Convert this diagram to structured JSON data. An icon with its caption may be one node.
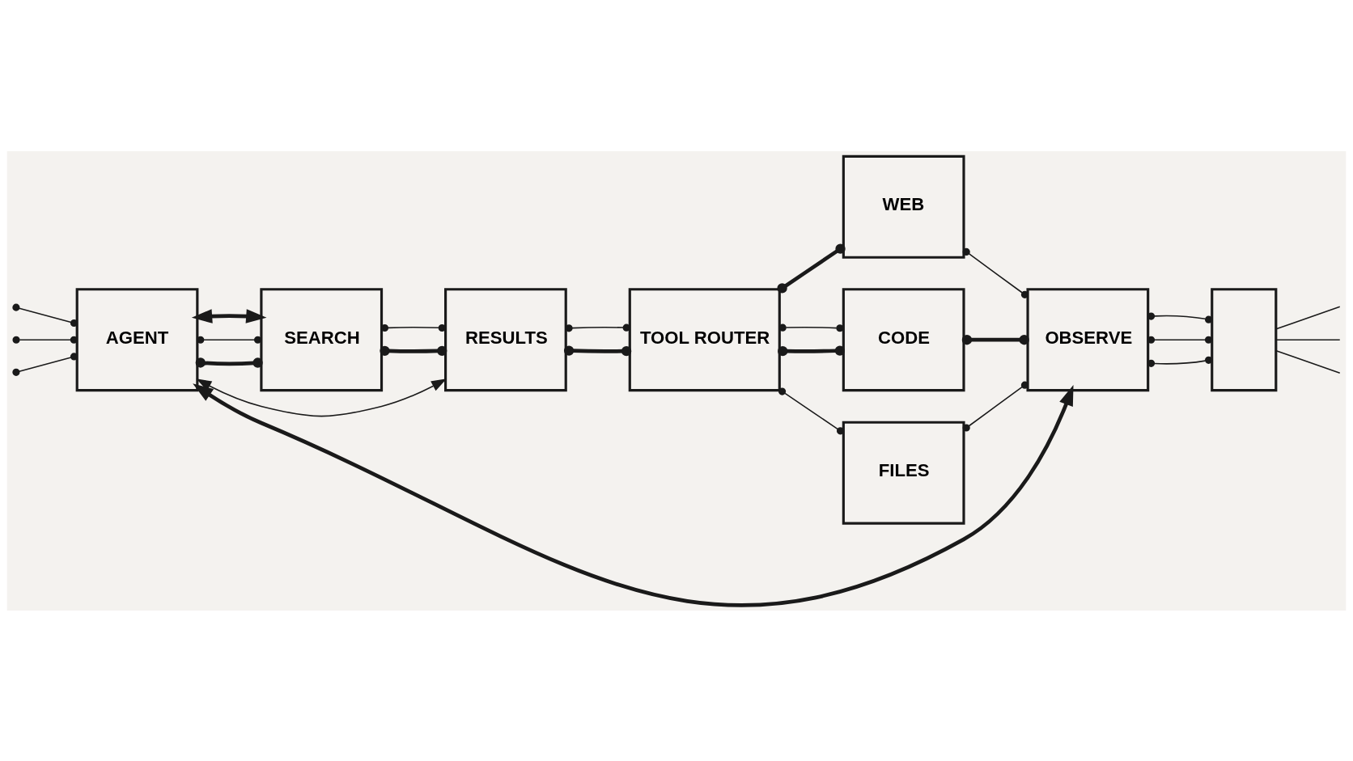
{
  "diagram": {
    "nodes": [
      {
        "text": [
          "AGENT"
        ]
      },
      {
        "text": [
          "SEARCH"
        ]
      },
      {
        "text": [
          "RESULTS"
        ]
      },
      {
        "text": [
          "TOOL ROUTER"
        ]
      },
      {
        "text": [
          "WEB"
        ]
      },
      {
        "text": [
          "CODE"
        ]
      },
      {
        "text": [
          "FILES"
        ]
      },
      {
        "text": [
          "OBSERVE"
        ]
      },
      {
        "text": [],
        "shape": "box"
      }
    ],
    "edges": [
      {
        "from": null,
        "to": 0,
        "arrow": "other"
      },
      {
        "from": null,
        "to": 0,
        "arrow": "other"
      },
      {
        "from": null,
        "to": 0,
        "arrow": "other"
      },
      {
        "from": 0,
        "to": 1,
        "arrow": "other",
        "style": "thick"
      },
      {
        "from": 0,
        "to": 1,
        "arrow": "other"
      },
      {
        "from": 1,
        "to": 2,
        "arrow": "other",
        "style": "thick"
      },
      {
        "from": 1,
        "to": 2,
        "arrow": "other"
      },
      {
        "from": 2,
        "to": 3,
        "arrow": "other",
        "style": "thick"
      },
      {
        "from": 2,
        "to": 3,
        "arrow": "other"
      },
      {
        "from": 3,
        "to": 4,
        "arrow": "other",
        "style": "thick"
      },
      {
        "from": 3,
        "to": 5,
        "arrow": "other",
        "style": "thick"
      },
      {
        "from": 3,
        "to": 5,
        "arrow": "other"
      },
      {
        "from": 3,
        "to": 6,
        "arrow": "other"
      },
      {
        "from": 4,
        "to": 7,
        "arrow": "other"
      },
      {
        "from": 5,
        "to": 7,
        "arrow": "other",
        "style": "thick"
      },
      {
        "from": 6,
        "to": 7,
        "arrow": "other"
      },
      {
        "from": 7,
        "to": 8,
        "arrow": "other"
      },
      {
        "from": 7,
        "to": 8,
        "arrow": "other"
      },
      {
        "from": 7,
        "to": 8,
        "arrow": "other"
      },
      {
        "from": 8,
        "to": null,
        "arrow": "none"
      },
      {
        "from": 8,
        "to": null,
        "arrow": "none"
      },
      {
        "from": 8,
        "to": null,
        "arrow": "none"
      },
      {
        "from": 2,
        "to": 0,
        "arrow": "both"
      },
      {
        "from": 1,
        "to": 0,
        "arrow": "both",
        "style": "thick"
      },
      {
        "from": 7,
        "to": 0,
        "arrow": "both",
        "style": "thick"
      }
    ]
  }
}
